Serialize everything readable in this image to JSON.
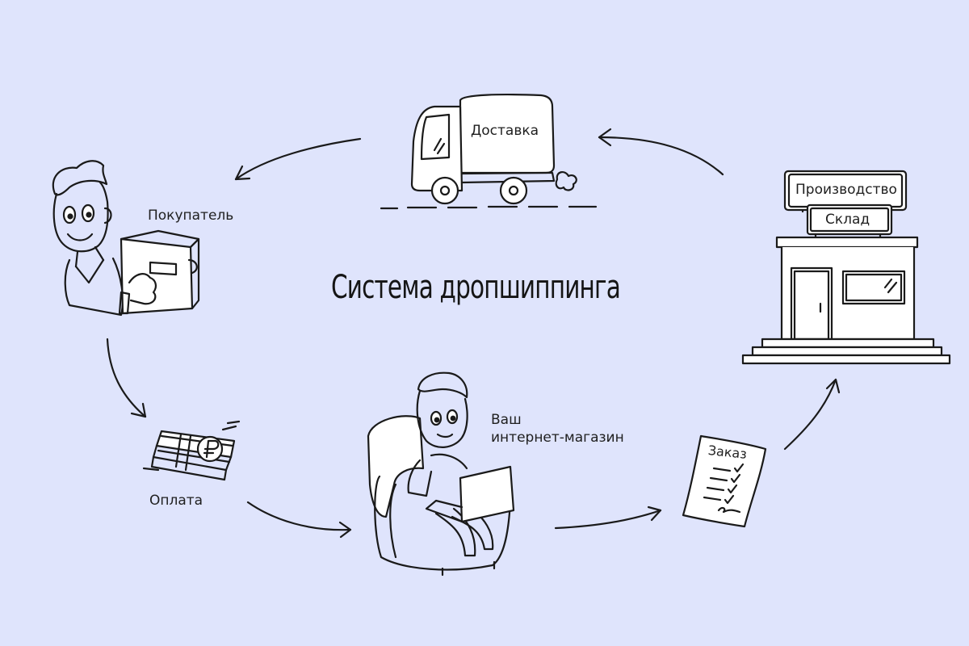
{
  "title": "Система дропшиппинга",
  "nodes": {
    "buyer": "Покупатель",
    "payment": "Оплата",
    "shop_line1": "Ваш",
    "shop_line2": "интернет-магазин",
    "order": "Заказ",
    "production": "Производство",
    "warehouse": "Склад",
    "delivery": "Доставка"
  },
  "colors": {
    "background": "#dfe4fc",
    "ink": "#1a1a1a"
  }
}
